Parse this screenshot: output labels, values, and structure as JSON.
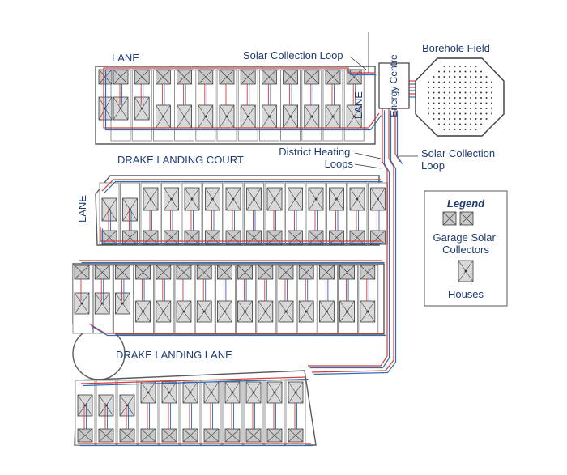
{
  "labels": {
    "lane_top": "LANE",
    "lane_right": "LANE",
    "lane_left": "LANE",
    "solar_loop_top": "Solar Collection Loop",
    "borehole_field": "Borehole Field",
    "energy_centre": "Energy Centre",
    "district_heating": "District Heating Loops",
    "solar_loop_right": "Solar Collection Loop",
    "drake_court": "DRAKE LANDING COURT",
    "drake_lane": "DRAKE LANDING LANE"
  },
  "legend": {
    "title": "Legend",
    "garage_label": "Garage Solar Collectors",
    "houses_label": "Houses"
  },
  "colors": {
    "heating_pipe": "#d83a3a",
    "solar_pipe": "#2f6db5",
    "label_text": "#1f3b73"
  },
  "blocks": [
    {
      "name": "block-1",
      "lots": 12
    },
    {
      "name": "block-2",
      "lots": 14
    },
    {
      "name": "block-3",
      "lots": 15
    },
    {
      "name": "block-4",
      "lots": 11
    }
  ]
}
